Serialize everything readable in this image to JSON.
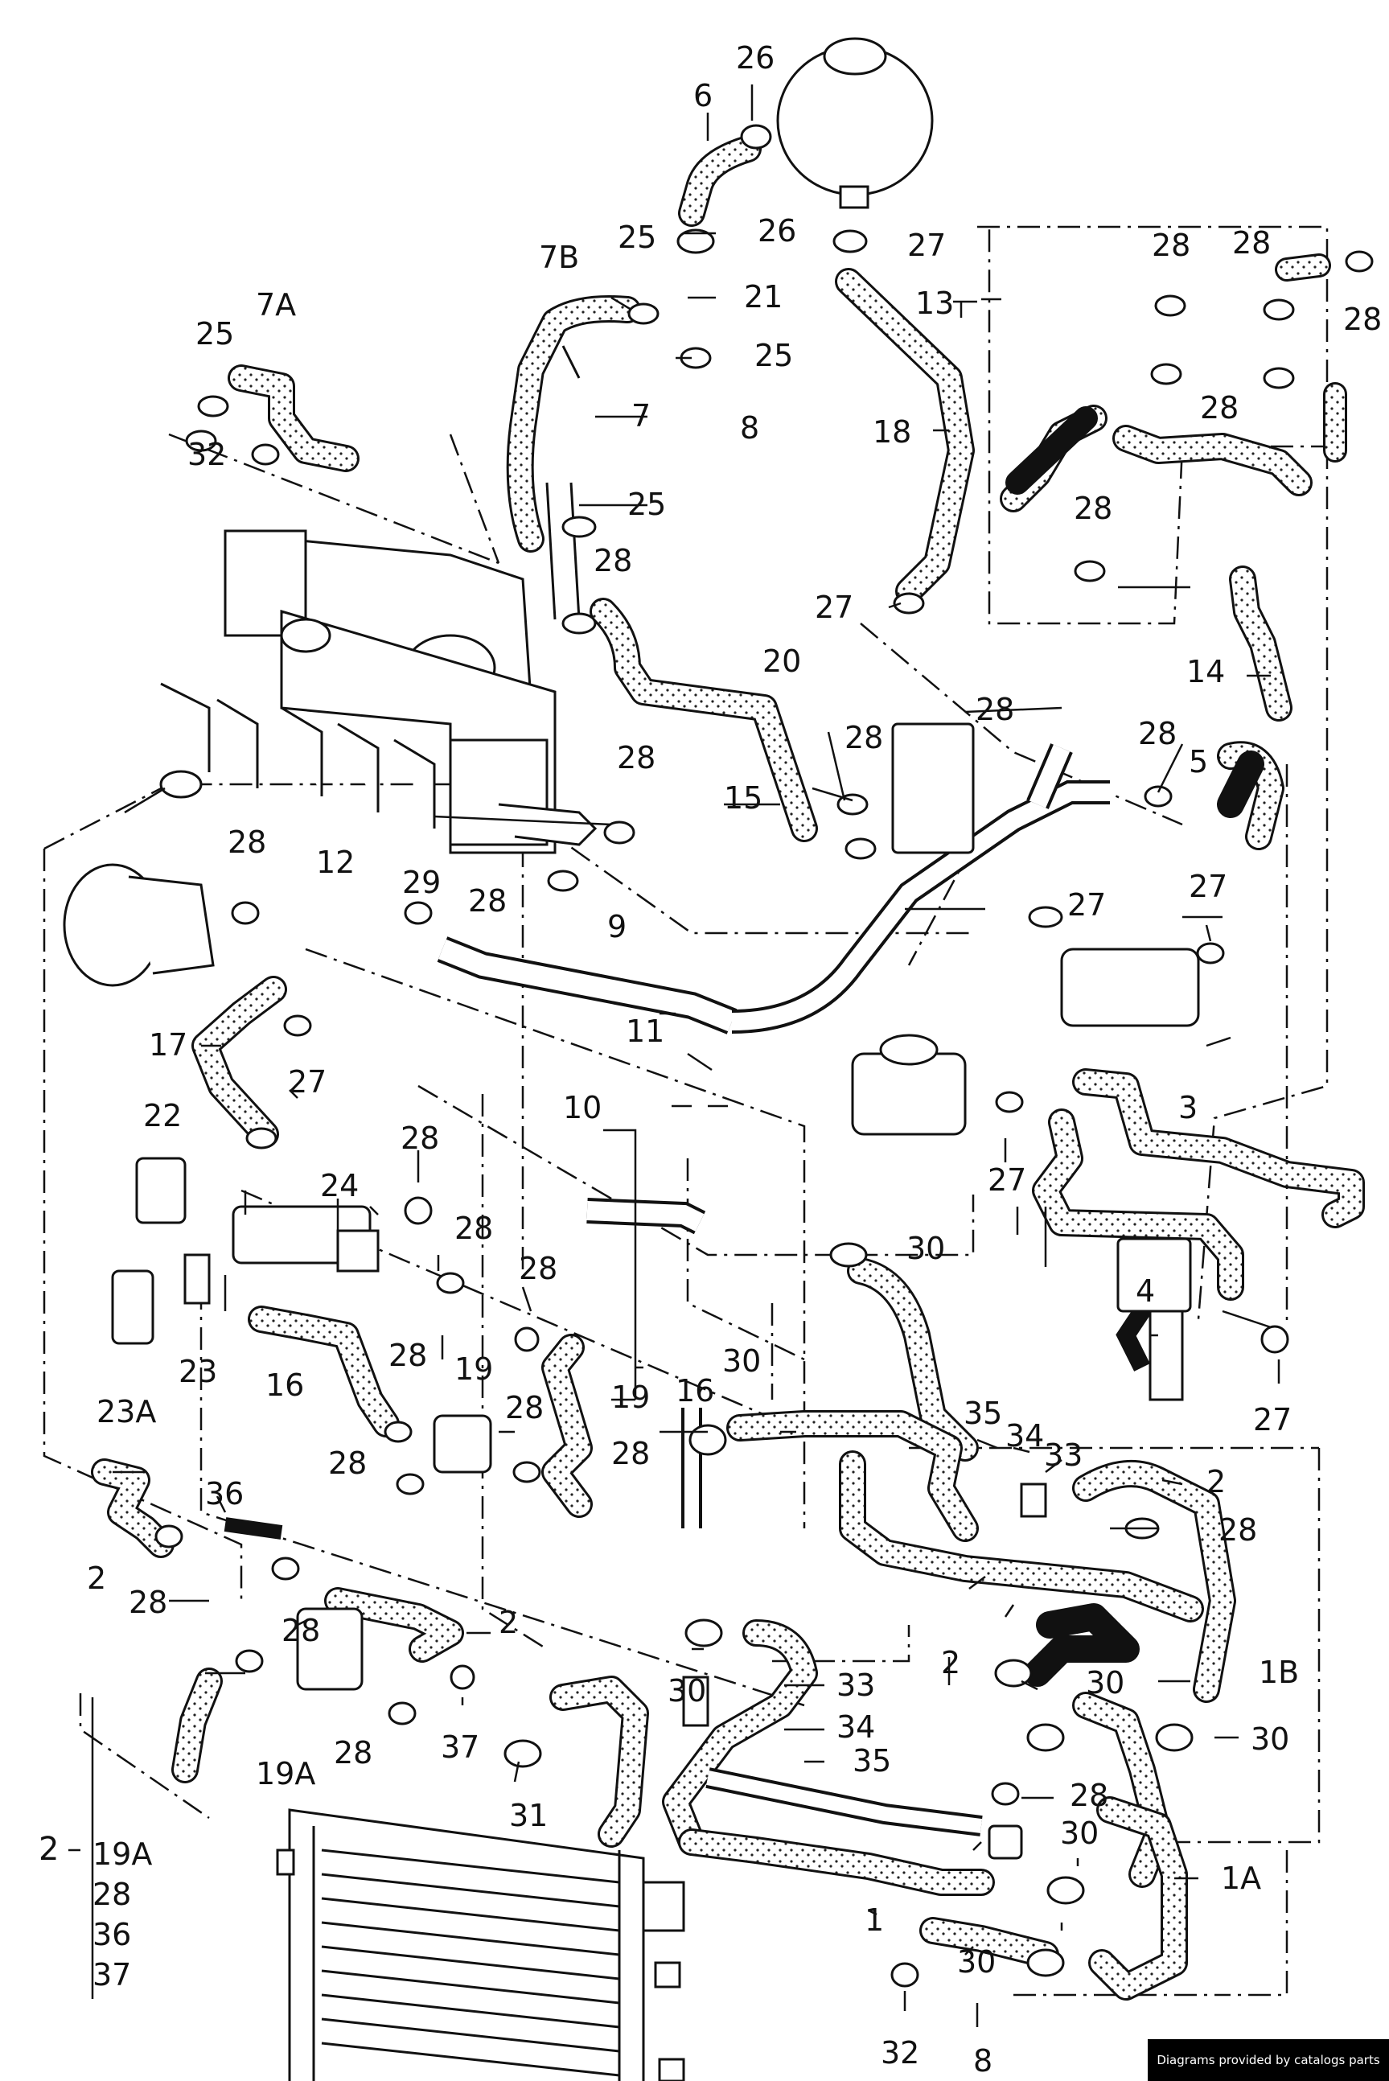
{
  "callouts": {
    "c26a": "26",
    "c6": "6",
    "c26b": "26",
    "c27a": "27",
    "c7b": "7B",
    "c25a": "25",
    "c21": "21",
    "c25b": "25",
    "c7a": "7A",
    "c25c": "25",
    "c32a": "32",
    "c7": "7",
    "c8a": "8",
    "c18": "18",
    "c13": "13",
    "c28a": "28",
    "c28b": "28",
    "c28c": "28",
    "c28d": "28",
    "c28e": "28",
    "c25d": "25",
    "c28f": "28",
    "c27b": "27",
    "c14": "14",
    "c20": "20",
    "c28g": "28",
    "c28h": "28",
    "c5": "5",
    "c28i": "28",
    "c15": "15",
    "c28j": "28",
    "c28k": "28",
    "c12": "12",
    "c29": "29",
    "c27c": "27",
    "c27d": "27",
    "c9": "9",
    "c17": "17",
    "c27e": "27",
    "c11": "11",
    "c10": "10",
    "c3": "3",
    "c22": "22",
    "c28l": "28",
    "c24": "24",
    "c27f": "27",
    "c28m": "28",
    "c28n": "28",
    "c30a": "30",
    "c23": "23",
    "c4": "4",
    "c23a": "23A",
    "c16a": "16",
    "c28o": "28",
    "c19a": "19",
    "c28p": "28",
    "c19b": "19",
    "c16b": "16",
    "c28q": "28",
    "c30b": "30",
    "c27g": "27",
    "c28r": "28",
    "c35a": "35",
    "c34a": "34",
    "c33a": "33",
    "c2a": "2",
    "c28s": "28",
    "c36a": "36",
    "c2b": "2",
    "c28t": "28",
    "c28u": "28",
    "c2c": "2",
    "c1b": "1B",
    "c30c": "30",
    "c30d": "30",
    "c2d": "2",
    "c30e": "30",
    "c33b": "33",
    "c34b": "34",
    "c35b": "35",
    "c37a": "37",
    "c19c": "19A",
    "c28v": "28",
    "c31": "31",
    "c28w": "28",
    "c30f": "30",
    "c1a": "1A",
    "c2e": "2",
    "c19d": "19A",
    "c28x": "28",
    "c36b": "36",
    "c37b": "37",
    "c1": "1",
    "c30g": "30",
    "c32b": "32",
    "c8b": "8"
  },
  "footer": {
    "credit": "Diagrams provided by catalogs parts"
  }
}
